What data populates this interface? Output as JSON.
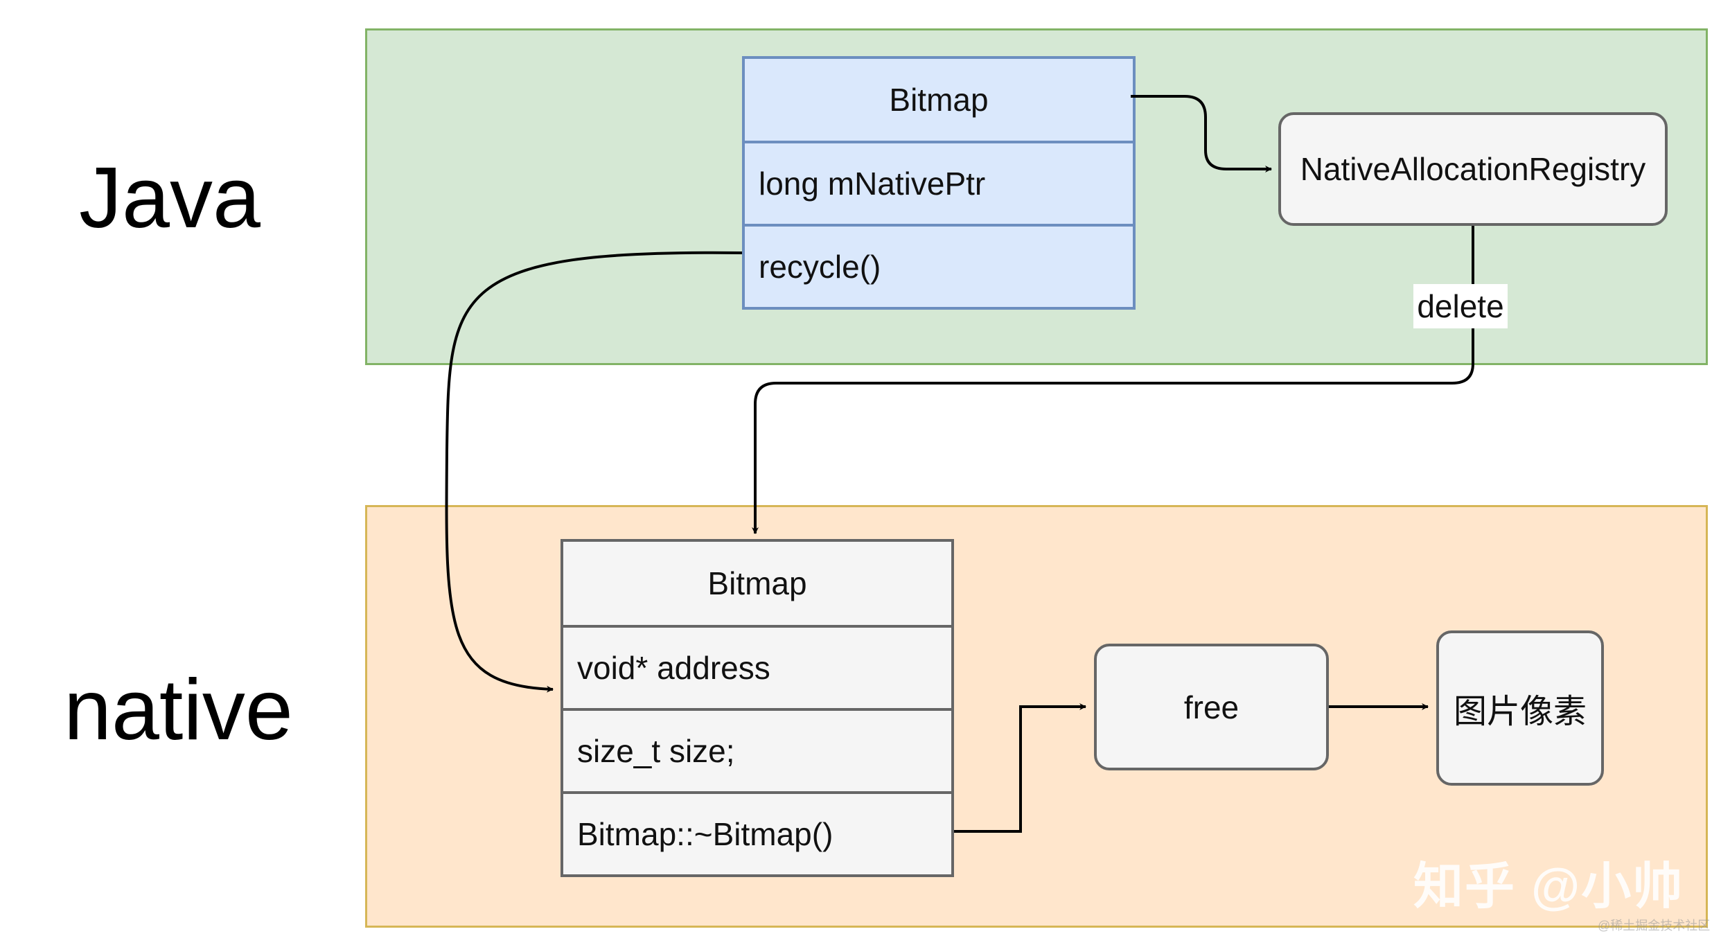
{
  "layers": {
    "java": "Java",
    "native": "native"
  },
  "java_class": {
    "title": "Bitmap",
    "fields": [
      "long mNativePtr",
      "recycle()"
    ]
  },
  "native_class": {
    "title": "Bitmap",
    "fields": [
      "void* address",
      "size_t size;",
      "Bitmap::~Bitmap()"
    ]
  },
  "nodes": {
    "registry": "NativeAllocationRegistry",
    "free": "free",
    "pixels": "图片像素"
  },
  "edge_labels": {
    "delete": "delete"
  },
  "watermark": {
    "text": "知乎 @小帅",
    "source": "@稀土掘金技术社区"
  },
  "colors": {
    "java_region_fill": "#d5e8d4",
    "java_region_border": "#82b366",
    "native_region_fill": "#ffe6cc",
    "native_region_border": "#d6b656",
    "java_class_fill": "#dae8fc",
    "java_class_border": "#6c8ebf",
    "node_fill": "#f5f5f5",
    "node_border": "#666666"
  }
}
